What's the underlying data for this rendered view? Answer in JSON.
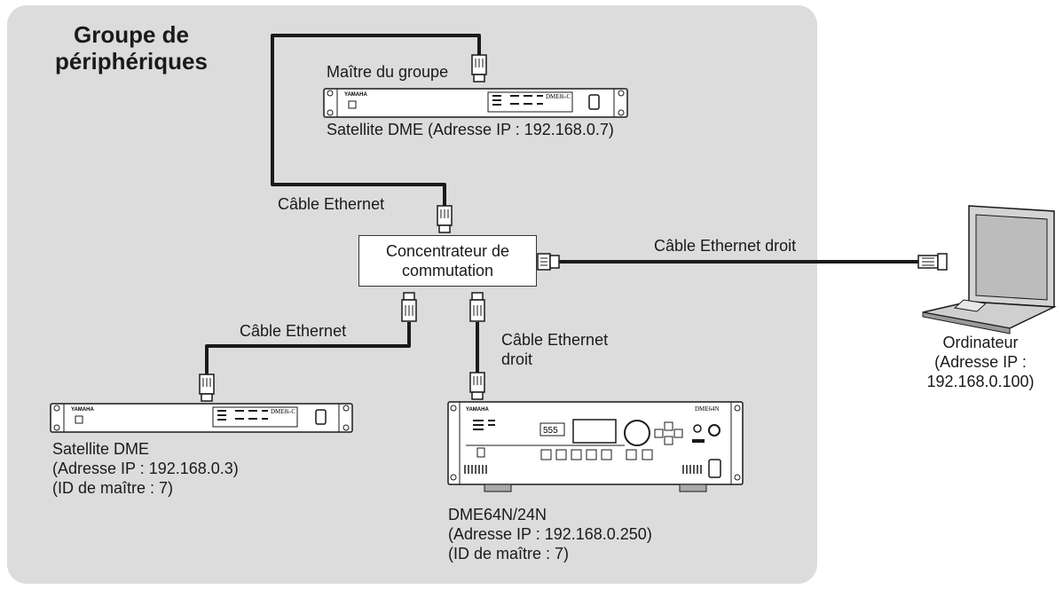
{
  "group": {
    "title_line1": "Groupe de",
    "title_line2": "périphériques"
  },
  "labels": {
    "master": "Maître du groupe",
    "satellite_top": "Satellite DME (Adresse IP : 192.168.0.7)",
    "cable_top": "Câble Ethernet",
    "cable_left": "Câble Ethernet",
    "cable_center_line1": "Câble Ethernet",
    "cable_center_line2": "droit",
    "cable_right": "Câble Ethernet droit",
    "hub_line1": "Concentrateur de",
    "hub_line2": "commutation",
    "satellite_left_line1": "Satellite DME",
    "satellite_left_line2": "(Adresse IP : 192.168.0.3)",
    "satellite_left_line3": "(ID de maître : 7)",
    "dme64_line1": "DME64N/24N",
    "dme64_line2": "(Adresse IP : 192.168.0.250)",
    "dme64_line3": "(ID de maître : 7)",
    "computer_line1": "Ordinateur",
    "computer_line2": "(Adresse IP :",
    "computer_line3": "192.168.0.100)"
  },
  "device_text": {
    "brand": "YAMAHA",
    "satellite_model": "DME8i-C",
    "dme64_model": "DME64N",
    "dme64_display": "555"
  },
  "colors": {
    "group_background": "#dcdcdc",
    "cable": "#1a1a1a",
    "device_face": "#ffffff",
    "laptop_body": "#c8c8c8"
  }
}
